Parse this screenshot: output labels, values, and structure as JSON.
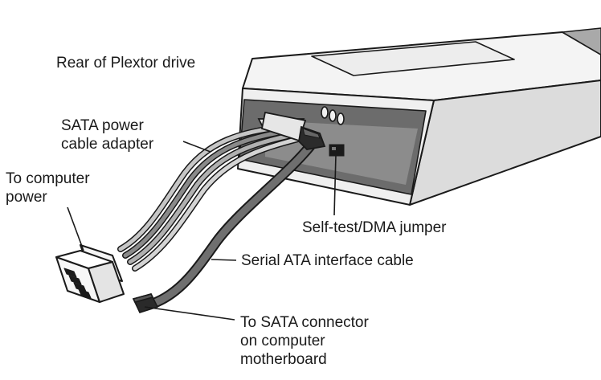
{
  "labels": {
    "rear_drive": "Rear of Plextor drive",
    "sata_power": [
      "SATA power",
      "cable adapter"
    ],
    "computer_power": [
      "To computer",
      "power"
    ],
    "jumper": "Self-test/DMA jumper",
    "interface_cable": "Serial ATA interface cable",
    "sata_connector": [
      "To SATA connector",
      "on computer",
      "motherboard"
    ]
  },
  "colors": {
    "line": "#1a1a1a",
    "drive_light": "#f2f2f2",
    "drive_mid": "#d9d9d9",
    "drive_dark": "#6a6a6a",
    "cable_dark": "#6f6f6f",
    "cable_light": "#c4c4c4"
  }
}
